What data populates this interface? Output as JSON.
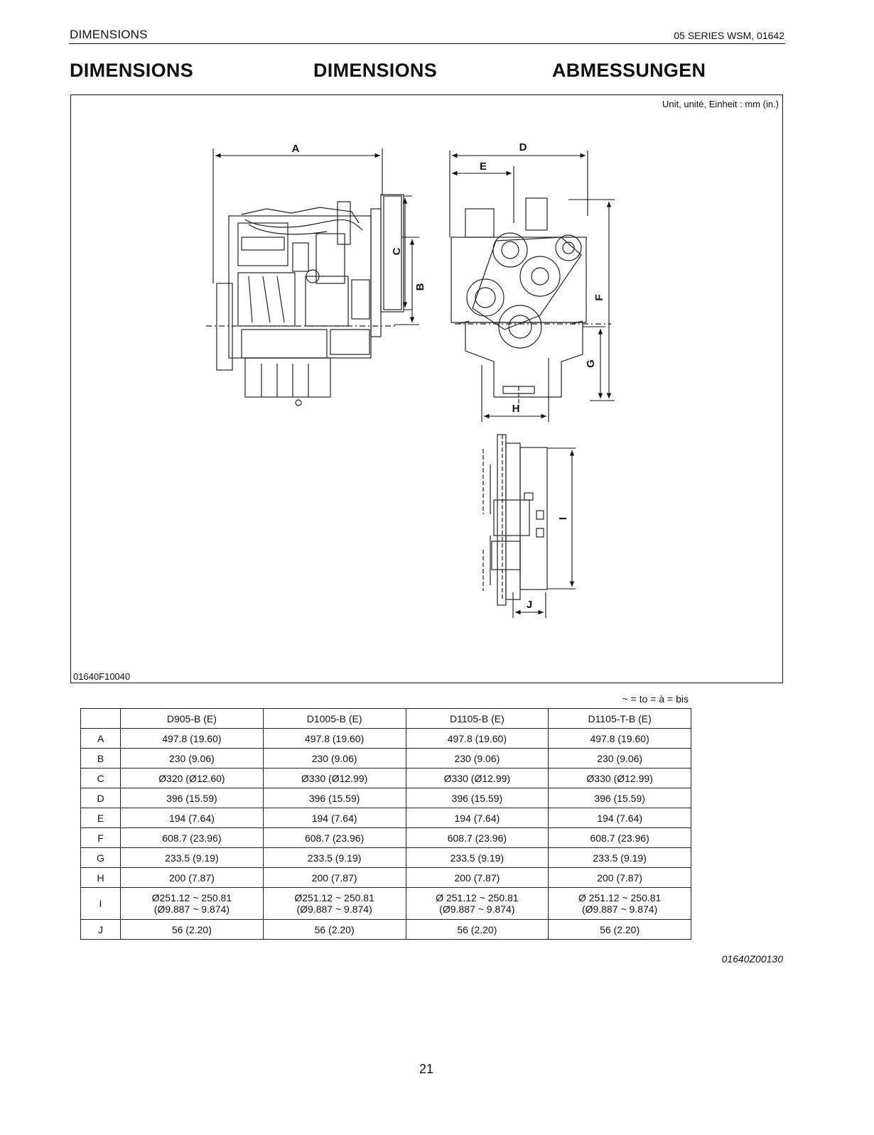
{
  "header": {
    "section": "DIMENSIONS",
    "manual": "05 SERIES WSM, 01642"
  },
  "titles": {
    "en": "DIMENSIONS",
    "fr": "DIMENSIONS",
    "de": "ABMESSUNGEN"
  },
  "figure": {
    "unit_note": "Unit, unité, Einheit : mm (in.)",
    "code": "01640F10040",
    "dimension_labels": [
      "A",
      "B",
      "C",
      "D",
      "E",
      "F",
      "G",
      "H",
      "I",
      "J"
    ]
  },
  "range_note": "~ = to = à = bis",
  "table": {
    "headers": [
      "",
      "D905-B (E)",
      "D1005-B (E)",
      "D1105-B (E)",
      "D1105-T-B (E)"
    ],
    "rows": [
      {
        "key": "A",
        "cells": [
          "497.8 (19.60)",
          "497.8 (19.60)",
          "497.8 (19.60)",
          "497.8 (19.60)"
        ]
      },
      {
        "key": "B",
        "cells": [
          "230 (9.06)",
          "230 (9.06)",
          "230 (9.06)",
          "230 (9.06)"
        ]
      },
      {
        "key": "C",
        "cells": [
          "Ø320 (Ø12.60)",
          "Ø330 (Ø12.99)",
          "Ø330 (Ø12.99)",
          "Ø330 (Ø12.99)"
        ]
      },
      {
        "key": "D",
        "cells": [
          "396 (15.59)",
          "396 (15.59)",
          "396 (15.59)",
          "396 (15.59)"
        ]
      },
      {
        "key": "E",
        "cells": [
          "194 (7.64)",
          "194 (7.64)",
          "194 (7.64)",
          "194 (7.64)"
        ]
      },
      {
        "key": "F",
        "cells": [
          "608.7 (23.96)",
          "608.7 (23.96)",
          "608.7 (23.96)",
          "608.7 (23.96)"
        ]
      },
      {
        "key": "G",
        "cells": [
          "233.5 (9.19)",
          "233.5 (9.19)",
          "233.5 (9.19)",
          "233.5 (9.19)"
        ]
      },
      {
        "key": "H",
        "cells": [
          "200 (7.87)",
          "200 (7.87)",
          "200 (7.87)",
          "200 (7.87)"
        ]
      },
      {
        "key": "I",
        "cells": [
          "Ø251.12 ~ 250.81\n(Ø9.887 ~ 9.874)",
          "Ø251.12 ~ 250.81\n(Ø9.887 ~ 9.874)",
          "Ø 251.12 ~ 250.81\n(Ø9.887 ~ 9.874)",
          "Ø 251.12 ~ 250.81\n(Ø9.887 ~ 9.874)"
        ]
      },
      {
        "key": "J",
        "cells": [
          "56 (2.20)",
          "56 (2.20)",
          "56 (2.20)",
          "56 (2.20)"
        ]
      }
    ]
  },
  "table_code": "01640Z00130",
  "page_number": "21"
}
